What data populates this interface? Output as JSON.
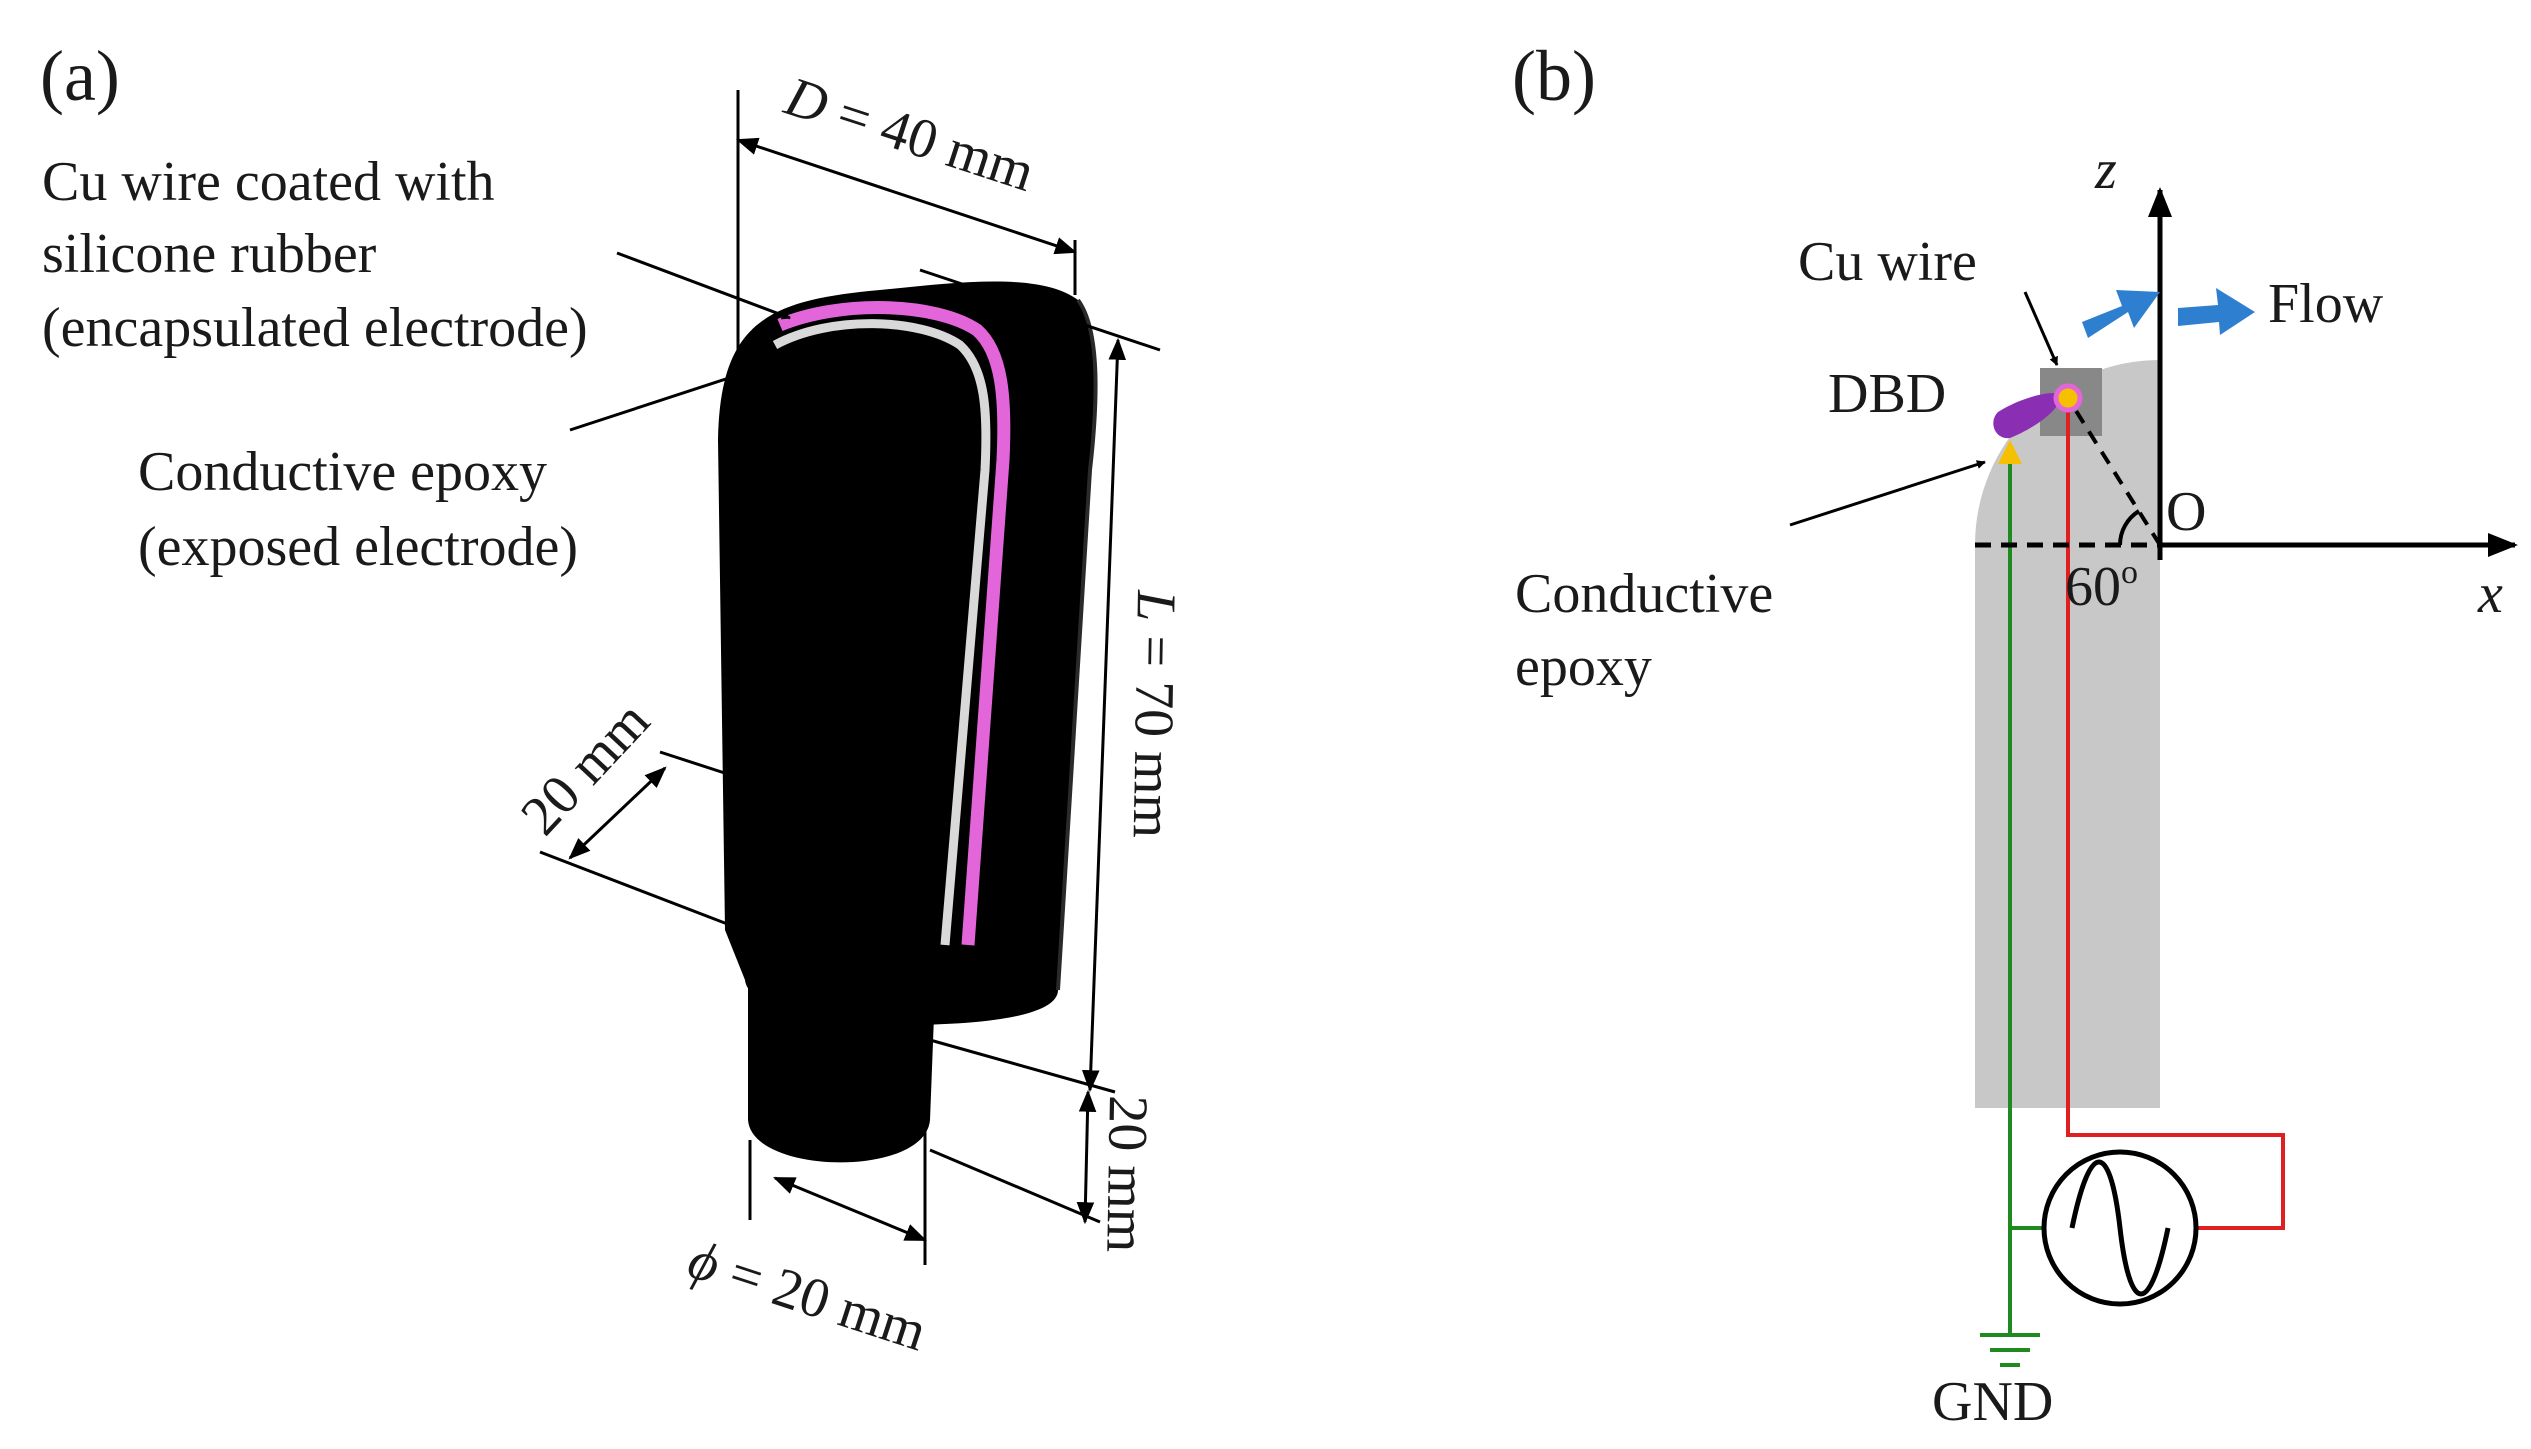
{
  "panel_a": {
    "label": "(a)",
    "wire_label_line1": "Cu wire coated with",
    "wire_label_line2": "silicone rubber",
    "wire_label_line3": "(encapsulated electrode)",
    "epoxy_label_line1": "Conductive epoxy",
    "epoxy_label_line2": "(exposed electrode)",
    "dim_D_var": "D",
    "dim_D_rest": " = 40 mm",
    "dim_L_var": "L",
    "dim_L_rest": " = 70 mm",
    "dim_stem_len": "20 mm",
    "dim_side": "20 mm",
    "dim_phi_var": "ϕ",
    "dim_phi_rest": " = 20 mm"
  },
  "panel_b": {
    "label": "(b)",
    "axis_z": "z",
    "axis_x": "x",
    "origin": "O",
    "cu_wire": "Cu wire",
    "flow": "Flow",
    "dbd": "DBD",
    "epoxy_line1": "Conductive",
    "epoxy_line2": "epoxy",
    "angle": "60",
    "angle_unit": "o",
    "gnd": "GND"
  },
  "colors": {
    "body": "#000000",
    "encapsulated_wire": "#e266d9",
    "exposed_electrode": "#d9d9d9",
    "section_fill": "#c8c8c8",
    "wire_box": "#888888",
    "flow_arrow": "#2f7fd0",
    "dbd": "#8a2fb3",
    "epoxy_marker": "#f5c000",
    "ground_wire": "#1f8a1f",
    "hv_wire": "#e02020",
    "gnd_text": "#1f8a1f",
    "dbd_text": "#8a2fb3"
  }
}
